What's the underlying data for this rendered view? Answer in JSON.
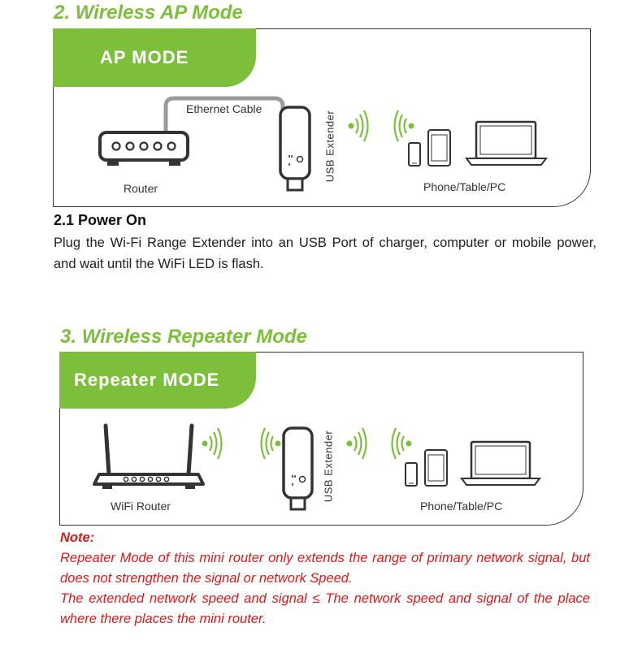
{
  "section_ap": {
    "title": "2. Wireless AP Mode",
    "tab": "AP MODE",
    "ethernet_label": "Ethernet Cable",
    "router_label": "Router",
    "extender_label": "USB Extender",
    "devices_label": "Phone/Table/PC"
  },
  "power_on": {
    "heading": "2.1 Power On",
    "text": "Plug the Wi-Fi Range Extender into an USB Port of charger, computer or mobile power, and wait until the WiFi LED is flash."
  },
  "section_repeater": {
    "title": "3. Wireless Repeater Mode",
    "tab": "Repeater MODE",
    "router_label": "WiFi Router",
    "extender_label": "USB Extender",
    "devices_label": "Phone/Table/PC"
  },
  "note": {
    "label": "Note:",
    "line1": "Repeater Mode of this mini router only extends the range of primary network signal, but does not strengthen the signal or network Speed.",
    "line2": "The extended network speed and signal  ≤  The network speed and signal of the place where there places the mini router."
  },
  "colors": {
    "accent": "#7cbf3a",
    "note": "#e01818",
    "border": "#333333"
  }
}
